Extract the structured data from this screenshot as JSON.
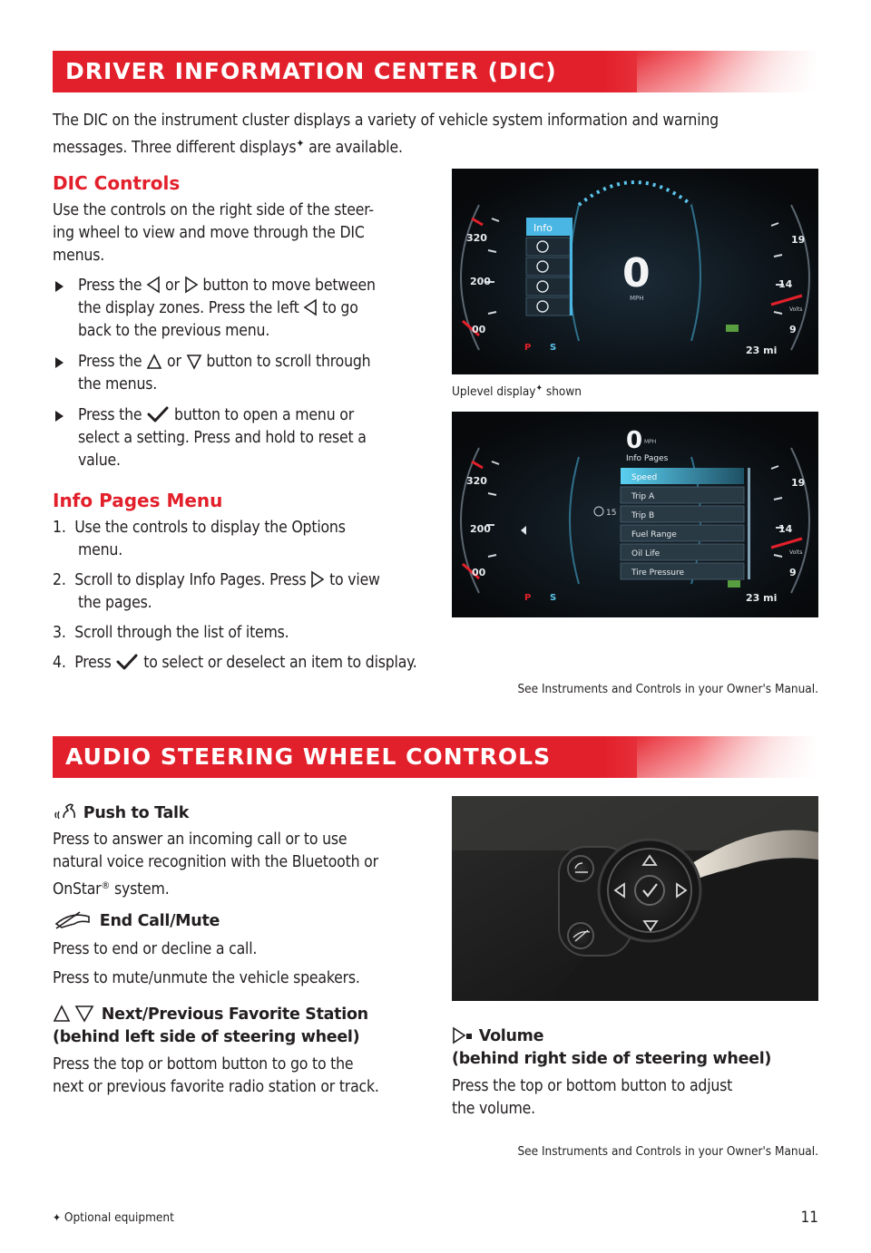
{
  "dic": {
    "banner": "DRIVER INFORMATION CENTER (DIC)",
    "intro_1": "The DIC on the instrument cluster displays a variety of vehicle system information and warning",
    "intro_2": "messages. Three different displays",
    "intro_3": " are available.",
    "controls_heading": "DIC Controls",
    "controls_p1": "Use the controls on the right side of the steer-",
    "controls_p2": "ing wheel to view and move through the DIC",
    "controls_p3": "menus.",
    "b1_a": "Press the",
    "b1_or": "or",
    "b1_b": "button to move between",
    "b1_c": "the display zones. Press the left",
    "b1_d": "to go",
    "b1_e": "back to the previous menu.",
    "b2_a": "Press the",
    "b2_or": "or",
    "b2_b": "button to scroll through",
    "b2_c": "the menus.",
    "b3_a": "Press the",
    "b3_b": "button to open a menu or",
    "b3_c": "select a setting. Press and hold to reset a",
    "b3_d": "value.",
    "info_heading": "Info Pages Menu",
    "s1_num": "1.",
    "s1_a": "Use the controls to display the Options",
    "s1_b": "menu.",
    "s2_num": "2.",
    "s2_a": "Scroll to display Info Pages. Press",
    "s2_b": "to view",
    "s2_c": "the pages.",
    "s3_num": "3.",
    "s3_a": "Scroll through the list of items.",
    "s4_num": "4.",
    "s4_a": "Press",
    "s4_b": "to select or deselect an item to display.",
    "caption_a": "Uplevel display",
    "caption_b": " shown",
    "see_manual": "See Instruments and Controls in your Owner's Manual.",
    "cluster1": {
      "menu_info": "Info",
      "speed": "0",
      "unit": "MPH",
      "g320": "320",
      "g200": "200",
      "g00": "00",
      "r19": "19",
      "r14": "14",
      "r9": "9",
      "volts": "Volts",
      "p": "P",
      "s": "S",
      "miles": "23 mi"
    },
    "cluster2": {
      "speed": "0",
      "unit": "MPH",
      "header": "Info Pages",
      "items": [
        "Speed",
        "Trip A",
        "Trip B",
        "Fuel Range",
        "Oil Life",
        "Tire Pressure"
      ],
      "side_value": "15",
      "g320": "320",
      "g200": "200",
      "g00": "00",
      "r19": "19",
      "r14": "14",
      "r9": "9",
      "volts": "Volts",
      "p": "P",
      "s": "S",
      "miles": "23 mi"
    }
  },
  "audio": {
    "banner": "AUDIO STEERING WHEEL CONTROLS",
    "ptt_title": "Push to Talk",
    "ptt_1": "Press to answer an incoming call or to use",
    "ptt_2": "natural voice recognition with the Bluetooth or",
    "ptt_3": "OnStar",
    "ptt_reg": "®",
    "ptt_4": " system.",
    "end_title": "End Call/Mute",
    "end_1": "Press to end or decline a call.",
    "end_2": "Press to mute/unmute the vehicle speakers.",
    "fav_title_1": "Next/Previous Favorite Station",
    "fav_title_2": "(behind left side of steering wheel)",
    "fav_1": "Press the top or bottom button to go to the",
    "fav_2": "next or previous favorite radio station or track.",
    "vol_title_1": "Volume",
    "vol_title_2": "(behind right side of steering wheel)",
    "vol_1": "Press the top or bottom button to adjust",
    "vol_2": "the volume.",
    "see_manual": "See Instruments and Controls in your Owner's Manual."
  },
  "footer": {
    "optional": "Optional equipment",
    "page": "11"
  },
  "colors": {
    "accent": "#e2202b",
    "text": "#231f20",
    "cluster_blue": "#5bc4ea"
  }
}
